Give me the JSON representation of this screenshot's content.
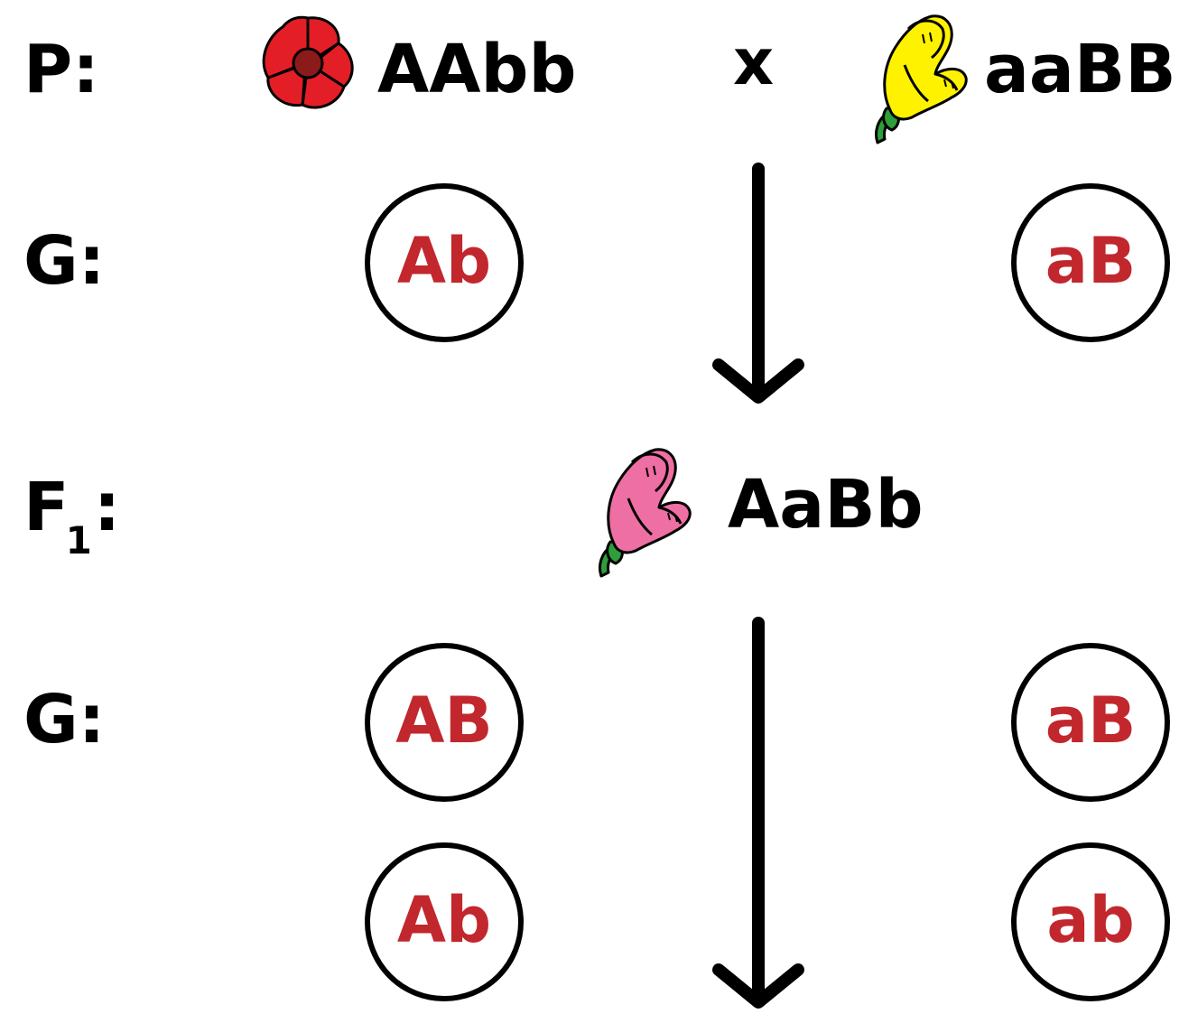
{
  "rows": {
    "p_label": "P:",
    "g1_label": "G:",
    "f1_label_main": "F",
    "f1_label_sub": "1",
    "f1_label_colon": ":",
    "g2_label": "G:"
  },
  "parents": {
    "left_genotype": "AAbb",
    "cross_symbol": "x",
    "right_genotype": "aaBB",
    "left_flower": "red-flower-icon",
    "right_flower": "yellow-snapdragon-icon"
  },
  "gametes_gen1": {
    "left": "Ab",
    "right": "aB"
  },
  "f1": {
    "genotype": "AaBb",
    "flower": "pink-snapdragon-icon"
  },
  "gametes_gen2": {
    "left": [
      "AB",
      "Ab"
    ],
    "right": [
      "aB",
      "ab"
    ]
  },
  "colors": {
    "allele_text": "#c1272d",
    "red_flower": "#e41e26",
    "yellow_flower": "#fff200",
    "pink_flower": "#ee6fa4",
    "stem_green": "#2e9e3b",
    "outline": "#000000"
  }
}
